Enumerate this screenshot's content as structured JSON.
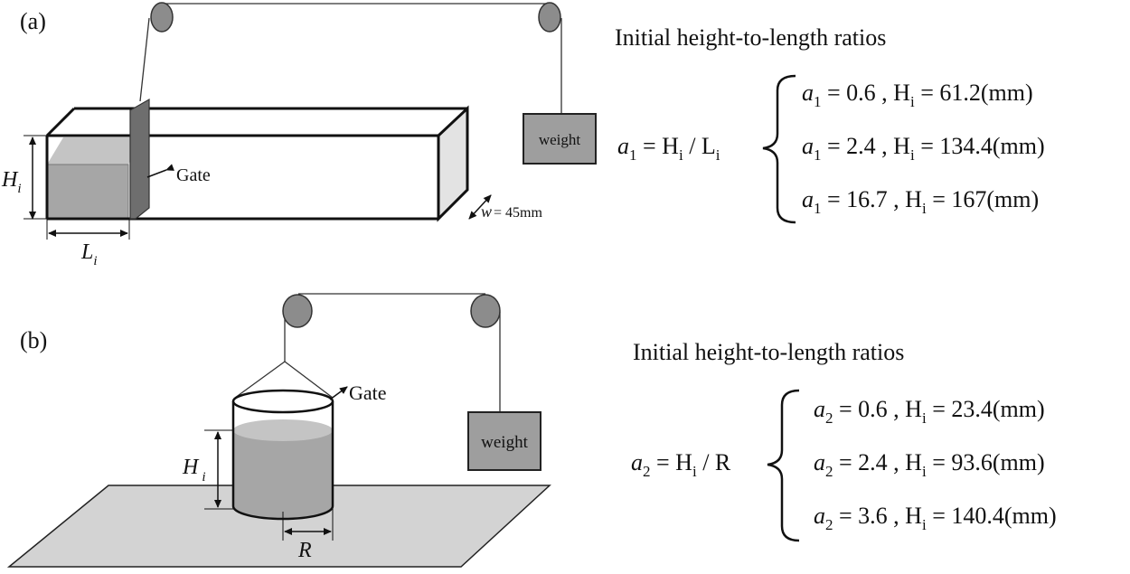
{
  "panel_a": {
    "label": "(a)",
    "gate_label": "Gate",
    "weight_label": "weight",
    "height_symbol": "H",
    "height_subscript": "i",
    "length_symbol": "L",
    "length_subscript": "i",
    "width_symbol": "w",
    "width_value": "= 45mm",
    "ratios_title": "Initial height-to-length ratios",
    "definition": {
      "ratio": "a",
      "ratio_sub": "1",
      "rest": " = H",
      "h_sub": "i",
      "div": " / L",
      "l_sub": "i"
    },
    "cases": [
      {
        "a": "a",
        "a_sub": "1",
        "value": " = 0.6 , H",
        "h_sub": "i",
        "hvalue": " = 61.2(mm)"
      },
      {
        "a": "a",
        "a_sub": "1",
        "value": " = 2.4 , H",
        "h_sub": "i",
        "hvalue": " = 134.4(mm)"
      },
      {
        "a": "a",
        "a_sub": "1",
        "value": " = 16.7 , H",
        "h_sub": "i",
        "hvalue": " = 167(mm)"
      }
    ]
  },
  "panel_b": {
    "label": "(b)",
    "gate_label": "Gate",
    "weight_label": "weight",
    "height_symbol": "H",
    "height_subscript": "i",
    "radius_symbol": "R",
    "ratios_title": "Initial height-to-length ratios",
    "definition": {
      "ratio": "a",
      "ratio_sub": "2",
      "rest": " = H",
      "h_sub": "i",
      "div": " / R"
    },
    "cases": [
      {
        "a": "a",
        "a_sub": "2",
        "value": " = 0.6 , H",
        "h_sub": "i",
        "hvalue": " = 23.4(mm)"
      },
      {
        "a": "a",
        "a_sub": "2",
        "value": " = 2.4 , H",
        "h_sub": "i",
        "hvalue": " = 93.6(mm)"
      },
      {
        "a": "a",
        "a_sub": "2",
        "value": " = 3.6 , H",
        "h_sub": "i",
        "hvalue": " = 140.4(mm)"
      }
    ]
  },
  "colors": {
    "water": "#a6a6a6",
    "water_top": "#c4c4c4",
    "gate": "#6e6e6e",
    "pulley": "#8c8c8c",
    "weight_box": "#9e9e9e",
    "floor": "#d3d3d3"
  }
}
